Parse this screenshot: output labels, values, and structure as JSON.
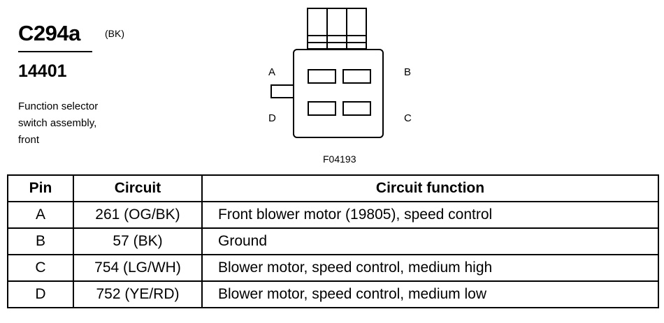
{
  "header": {
    "connector_id": "C294a",
    "connector_color": "(BK)",
    "part_number": "14401",
    "description_lines": [
      "Function selector",
      "switch assembly,",
      "front"
    ]
  },
  "diagram": {
    "pin_labels": {
      "a": "A",
      "b": "B",
      "c": "C",
      "d": "D"
    },
    "figure_id": "F04193"
  },
  "table": {
    "headers": {
      "pin": "Pin",
      "circuit": "Circuit",
      "function": "Circuit function"
    },
    "rows": [
      {
        "pin": "A",
        "circuit": "261 (OG/BK)",
        "function": "Front blower motor (19805), speed control"
      },
      {
        "pin": "B",
        "circuit": "57 (BK)",
        "function": "Ground"
      },
      {
        "pin": "C",
        "circuit": "754 (LG/WH)",
        "function": "Blower motor, speed control, medium high"
      },
      {
        "pin": "D",
        "circuit": "752 (YE/RD)",
        "function": "Blower motor, speed control, medium low"
      }
    ]
  }
}
